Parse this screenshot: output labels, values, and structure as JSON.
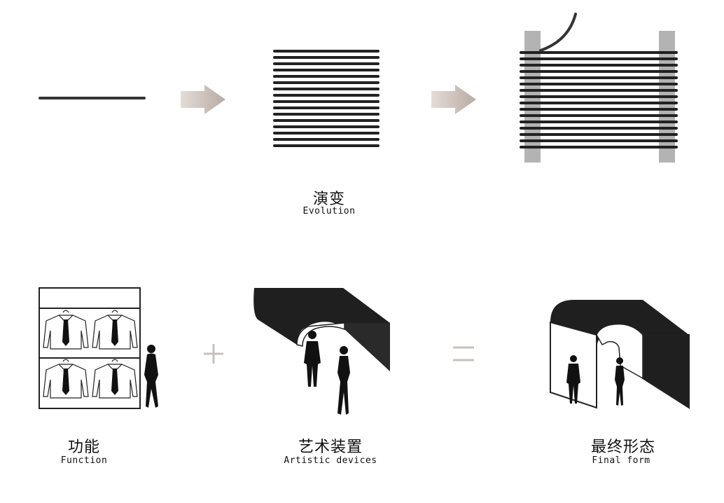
{
  "labels": {
    "evolution": {
      "zh": "演变",
      "en": "Evolution"
    },
    "function": {
      "zh": "功能",
      "en": "Function"
    },
    "artistic": {
      "zh": "艺术装置",
      "en": "Artistic devices"
    },
    "final": {
      "zh": "最终形态",
      "en": "Final form"
    }
  },
  "symbols": {
    "plus": "+",
    "equals": "="
  },
  "colors": {
    "ink": "#222222",
    "arrow": "#c9bdb6",
    "post": "#b3b3b3",
    "operator": "#c7c1bc"
  }
}
